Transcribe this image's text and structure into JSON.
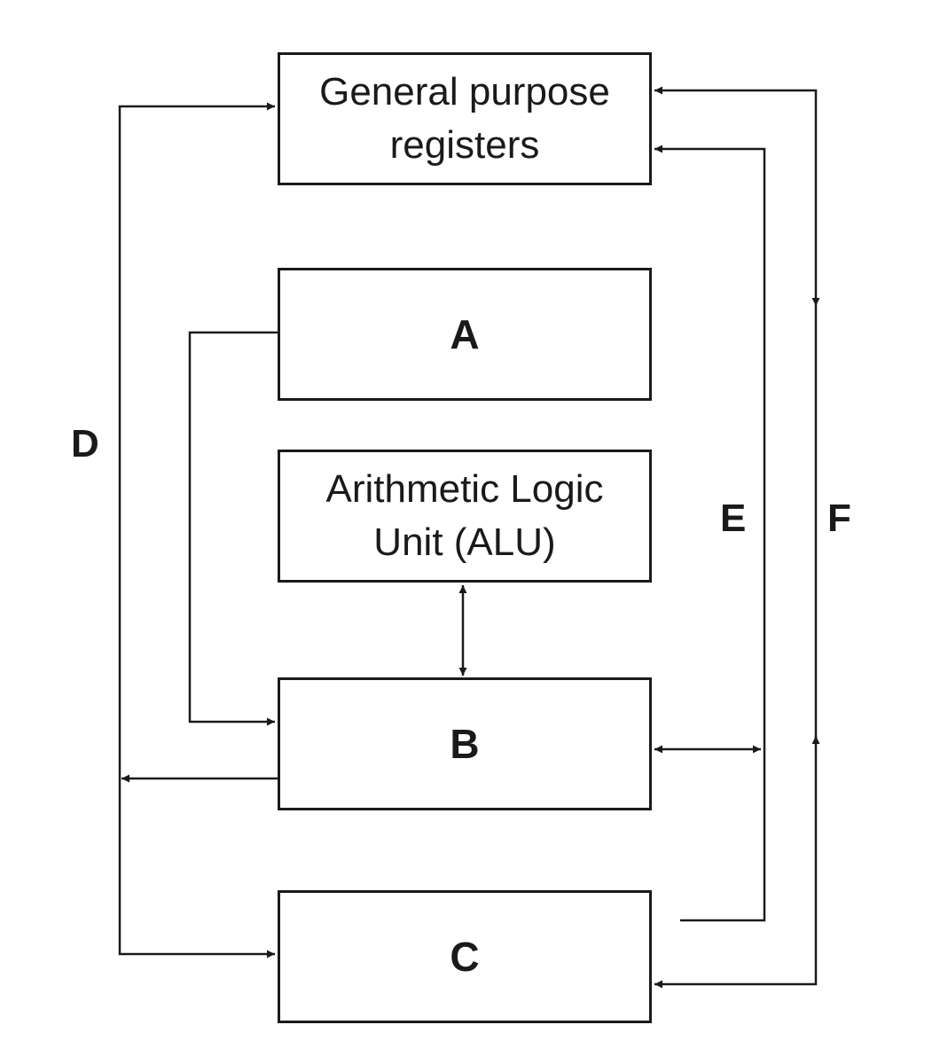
{
  "blocks": {
    "gpr": {
      "line1": "General purpose",
      "line2": "registers"
    },
    "a": {
      "label": "A"
    },
    "alu": {
      "line1": "Arithmetic Logic",
      "line2": "Unit (ALU)"
    },
    "b": {
      "label": "B"
    },
    "c": {
      "label": "C"
    }
  },
  "paths": {
    "d": "D",
    "e": "E",
    "f": "F"
  },
  "colors": {
    "stroke": "#1a1a1a",
    "background": "#ffffff"
  }
}
